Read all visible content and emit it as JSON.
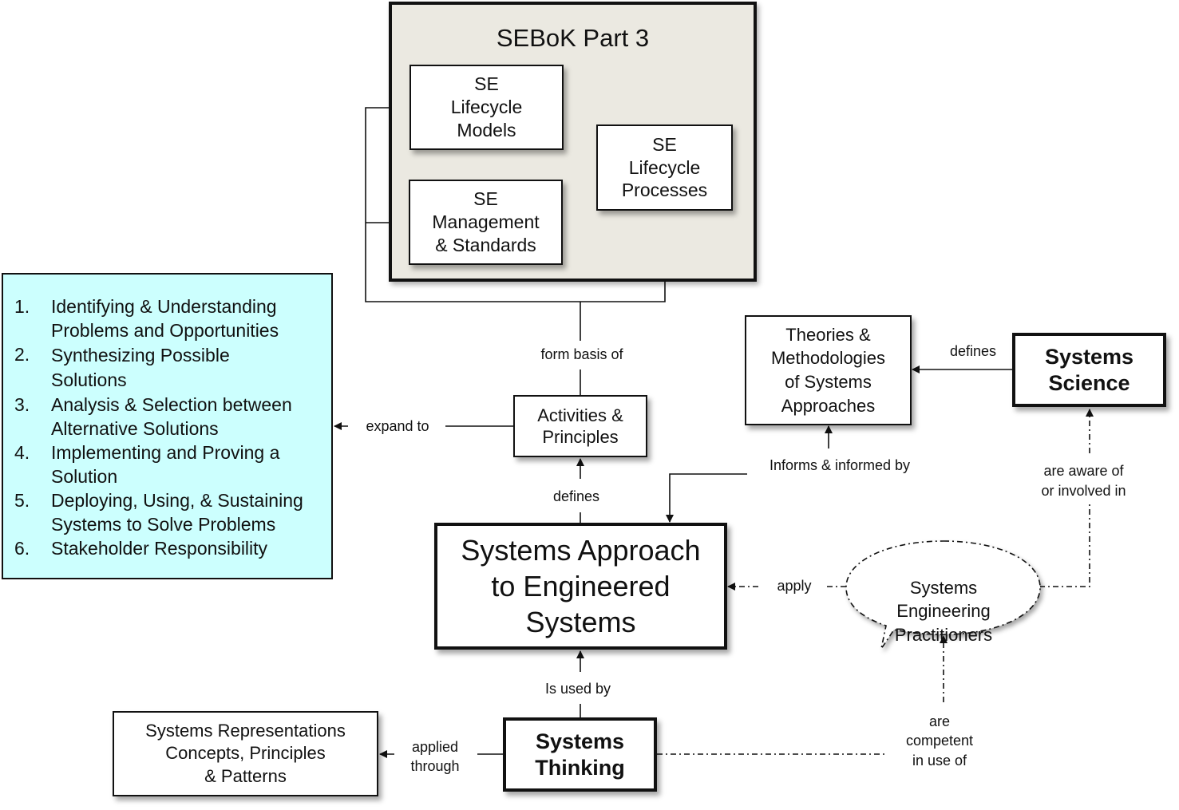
{
  "sebok_part": {
    "title": "SEBoK Part 3",
    "boxes": [
      {
        "id": "lifecycle-models",
        "text": "SE\nLifecycle\nModels"
      },
      {
        "id": "management-standards",
        "text": "SE\nManagement\n& Standards"
      },
      {
        "id": "lifecycle-processes",
        "text": "SE\nLifecycle\nProcesses"
      }
    ]
  },
  "steps": [
    {
      "num": "1.",
      "text": "Identifying & Understanding\nProblems and Opportunities"
    },
    {
      "num": "2.",
      "text": "Synthesizing Possible\nSolutions"
    },
    {
      "num": "3.",
      "text": "Analysis & Selection between\nAlternative Solutions"
    },
    {
      "num": "4.",
      "text": "Implementing and Proving a\nSolution"
    },
    {
      "num": "5.",
      "text": "Deploying, Using, & Sustaining\nSystems to Solve Problems"
    },
    {
      "num": "6.",
      "text": "Stakeholder Responsibility"
    }
  ],
  "nodes": {
    "activities": "Activities &\nPrinciples",
    "theories": "Theories &\nMethodologies\nof Systems\nApproaches",
    "systems_science": "Systems\nScience",
    "systems_approach": "Systems Approach\nto Engineered\nSystems",
    "practitioners": "Systems\nEngineering\nPractitioners",
    "representations": "Systems Representations\nConcepts, Principles\n& Patterns",
    "systems_thinking": "Systems\nThinking"
  },
  "relations": {
    "form_basis_of": "form basis of",
    "expand_to": "expand to",
    "defines_activities": "defines",
    "defines_theories": "defines",
    "informs": "Informs & informed by",
    "aware": "are aware of\nor involved in",
    "apply": "apply",
    "is_used_by": "Is used by",
    "applied_through": "applied\nthrough",
    "competent": "are\ncompetent\nin use of"
  },
  "colors": {
    "sebok_fill": "#ebe9e1",
    "steps_fill": "#ccfffe",
    "line": "#111111"
  }
}
